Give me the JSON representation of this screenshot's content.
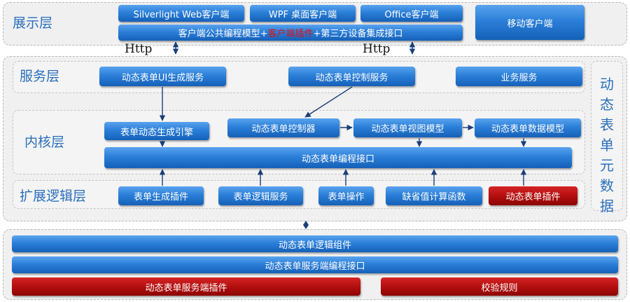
{
  "presentation": {
    "label": "展示层",
    "silverlight": "Silverlight Web客户端",
    "wpf": "WPF 桌面客户端",
    "office": "Office客户端",
    "mobile": "移动客户端",
    "common_prefix": "客户端公共编程模型+",
    "common_highlight": "客户端插件",
    "common_suffix": "+第三方设备集成接口"
  },
  "http": {
    "left": "Http",
    "right": "Http"
  },
  "service": {
    "label": "服务层",
    "ui_gen": "动态表单UI生成服务",
    "control": "动态表单控制服务",
    "business": "业务服务"
  },
  "core": {
    "label": "内核层",
    "engine": "表单动态生成引擎",
    "controller": "动态表单控制器",
    "view_model": "动态表单视图模型",
    "data_model": "动态表单数据模型",
    "prog_interface": "动态表单编程接口"
  },
  "extension": {
    "label": "扩展逻辑层",
    "gen_plugin": "表单生成插件",
    "logic_service": "表单逻辑服务",
    "operation": "表单操作",
    "default_calc": "缺省值计算函数",
    "plugin": "动态表单插件"
  },
  "metadata": {
    "label": "动态表单元数据"
  },
  "server": {
    "logic_component": "动态表单逻辑组件",
    "server_interface": "动态表单服务端编程接口",
    "server_plugin": "动态表单服务端插件",
    "validation": "校验规则"
  },
  "colors": {
    "box_blue": "#2b7fd8",
    "box_red": "#b40f0f",
    "label_blue": "#2a6fba",
    "highlight_red": "#e01010",
    "arrow": "#1a3f7a"
  }
}
